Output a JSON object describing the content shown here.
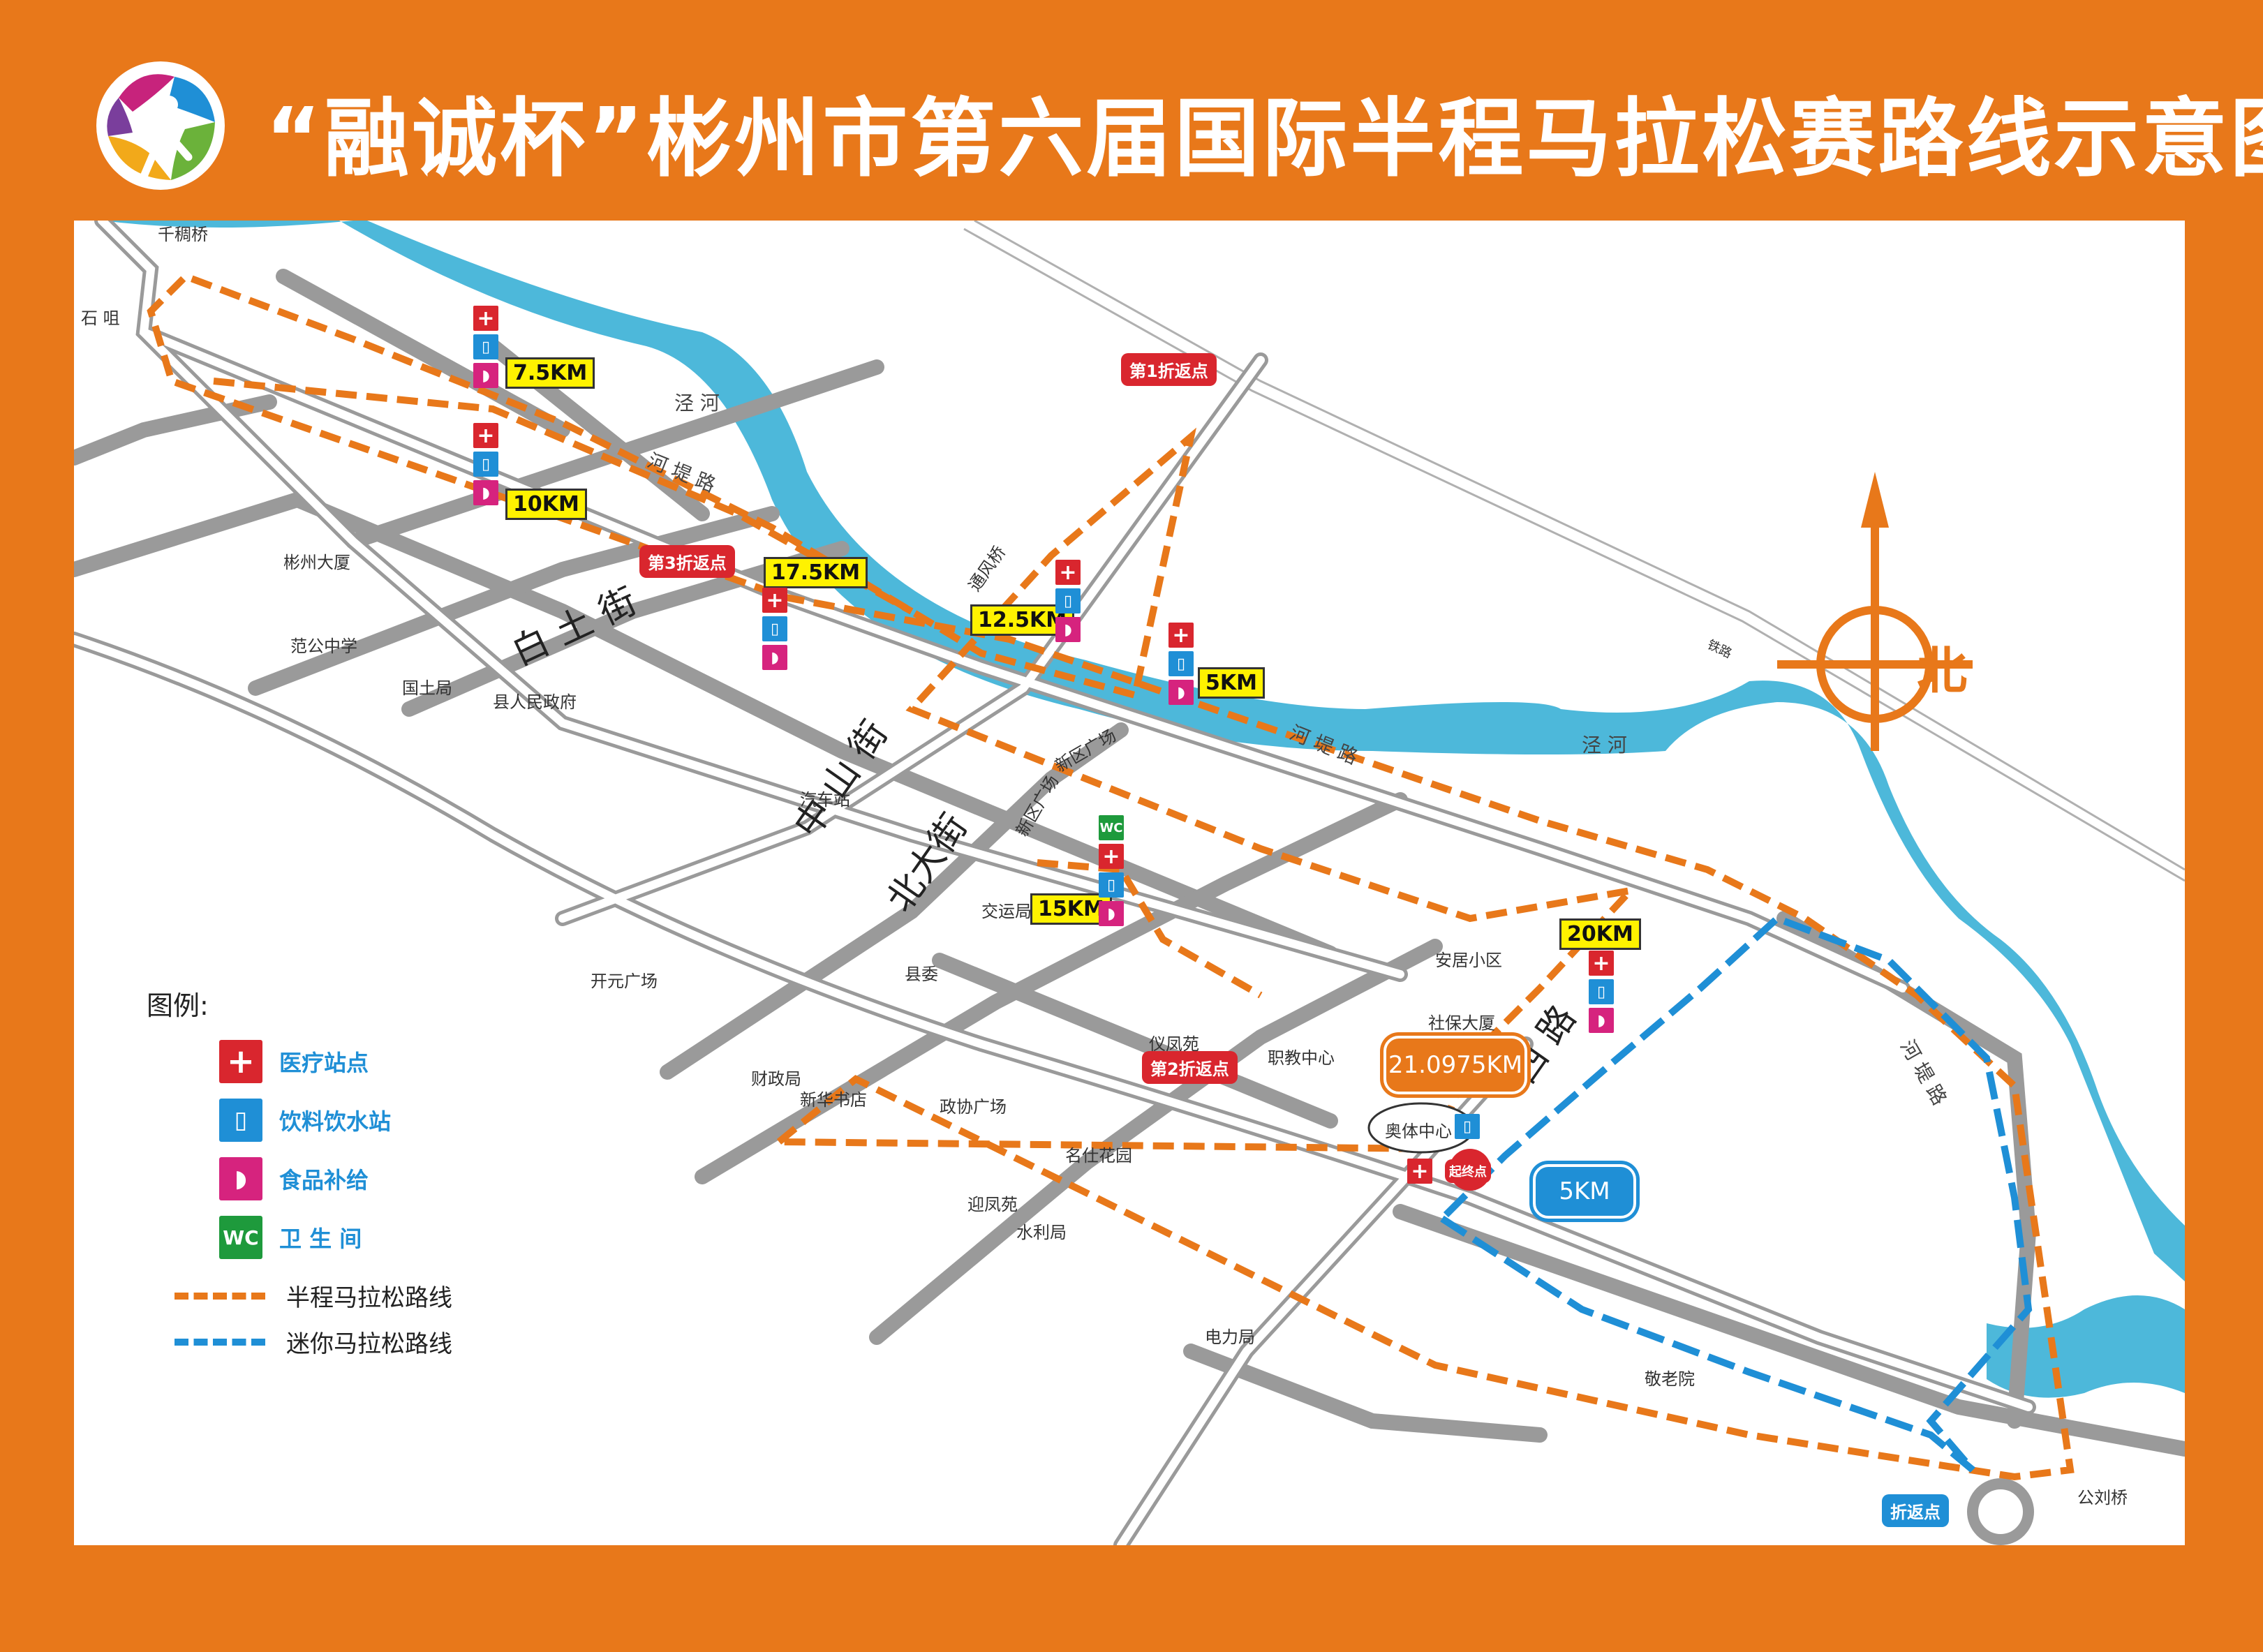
{
  "title": "“融诚杯”彬州市第六届国际半程马拉松赛路线示意图",
  "north_label": "北",
  "colors": {
    "frame": "#E8781A",
    "half_route": "#E8781A",
    "mini_route": "#1F8FD6",
    "river": "#4DB8DA",
    "road": "#9A9A9A",
    "km_marker": "#FFF200",
    "medical": "#D9262E",
    "drink": "#1F8FD6",
    "food": "#D6237E",
    "wc": "#1E9A3C"
  },
  "km_markers": [
    "7.5KM",
    "10KM",
    "17.5KM",
    "12.5KM",
    "5KM",
    "15KM",
    "20KM"
  ],
  "turnaround_points": [
    "第1折返点",
    "第3折返点",
    "第2折返点",
    "折返点"
  ],
  "start_finish": "起终点",
  "distance_boxes": {
    "half": "21.0975KM",
    "mini": "5KM"
  },
  "place_labels": {
    "qianyu_bridge": "千稠桥",
    "shiming": "石 咀",
    "river1": "泾 河",
    "river2": "泾 河",
    "hedi_road": "河 堤 路",
    "hedi_road2": "河 堤 路",
    "hedi_road3": "河 堤 路",
    "baitu_street": "白 土 街",
    "zhongshan_street": "中 山 街",
    "beida_street": "北大街",
    "xi_road": "西 路",
    "binzhou_hotel": "彬州大厦",
    "fangong_middle": "范公中学",
    "guotu_bureau": "国土局",
    "county_gov": "县人民政府",
    "bus_station": "汽车站",
    "county_committee": "县委",
    "transport_bureau": "交运局",
    "kaiyuan_square": "开元广场",
    "finance_bureau": "财政局",
    "xinhua_bookstore": "新华书店",
    "zhengxie_square": "政协广场",
    "mingshi_garden": "名仕花园",
    "water_bureau": "水利局",
    "power_bureau": "电力局",
    "nursing_home": "敬老院",
    "anju_community": "安居小区",
    "social_security": "社保大厦",
    "vocational_center": "职教中心",
    "sports_center": "奥体中心",
    "gongliu_bridge": "公刘桥",
    "xinqu_square": "新区广场",
    "xinqu_square2": "新区广场",
    "yingfeng_court": "迎凤苑",
    "yingfeng_court2": "仪凤苑",
    "tongfeng_bridge": "通风桥",
    "railway": "铁路"
  },
  "legend": {
    "title": "图例:",
    "items": [
      {
        "icon": "medical-icon",
        "label": "医疗站点"
      },
      {
        "icon": "drink-icon",
        "label": "饮料饮水站"
      },
      {
        "icon": "food-icon",
        "label": "食品补给"
      },
      {
        "icon": "wc-icon",
        "label": "卫 生 间",
        "badge": "WC"
      }
    ],
    "lines": [
      {
        "label": "半程马拉松路线",
        "color": "#E8781A"
      },
      {
        "label": "迷你马拉松路线",
        "color": "#1F8FD6"
      }
    ]
  }
}
